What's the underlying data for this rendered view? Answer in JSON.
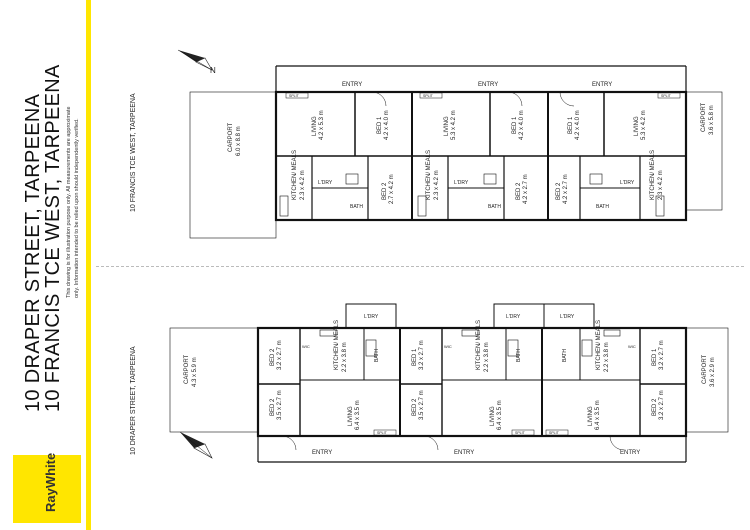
{
  "title": {
    "line1": "10 DRAPER STREET, TARPEENA",
    "line2": "10 FRANCIS TCE WEST, TARPEENA",
    "disclaimer1": "This drawing is for illustration purpose only. All measurements are approximate",
    "disclaimer2": "only. Information intended to be relied upon should independently verified."
  },
  "logo": {
    "text": "RayWhite"
  },
  "colors": {
    "brand_yellow": "#ffe600"
  },
  "upper_plan": {
    "street_label": "10 FRANCIS TCE WEST, TARPEENA",
    "entries": [
      "ENTRY",
      "ENTRY",
      "ENTRY"
    ],
    "carport_left": {
      "name": "CARPORT",
      "size": "6.0 x 8.8 m"
    },
    "carport_right": {
      "name": "CARPORT",
      "size": "3.6 x 5.8 m"
    },
    "units": [
      {
        "split": "SPLIT",
        "living": {
          "name": "LIVING",
          "size": "4.2 x 5.3 m"
        },
        "bed1": {
          "name": "BED 1",
          "size": "4.2 x 4.0 m"
        },
        "kitchen": {
          "name": "KITCHEN/ MEALS",
          "size": "2.3 x 4.2 m"
        },
        "ldry": "L'DRY",
        "bath": "BATH",
        "bed2": {
          "name": "BED 2",
          "size": "2.7 x 4.2 m"
        }
      },
      {
        "split": "SPLIT",
        "living": {
          "name": "LIVING",
          "size": "5.3 x 4.2 m"
        },
        "bed1": {
          "name": "BED 1",
          "size": "4.2 x 4.0 m"
        },
        "kitchen": {
          "name": "KITCHEN/ MEALS",
          "size": "2.3 x 4.2 m"
        },
        "ldry": "L'DRY",
        "bath": "BATH",
        "bed2": {
          "name": "BED 2",
          "size": "4.2 x 2.7 m"
        }
      },
      {
        "split": "SPLIT",
        "living": {
          "name": "LIVING",
          "size": "5.3 x 4.2 m"
        },
        "bed1": {
          "name": "BED 1",
          "size": "4.2 x 4.0 m"
        },
        "kitchen": {
          "name": "KITCHEN/ MEALS",
          "size": "2.3 x 4.2 m"
        },
        "ldry": "L'DRY",
        "bath": "BATH",
        "bed2": {
          "name": "BED 2",
          "size": "4.2 x 2.7 m"
        }
      }
    ]
  },
  "lower_plan": {
    "street_label": "10 DRAPER STREET, TARPEENA",
    "entries": [
      "ENTRY",
      "ENTRY",
      "ENTRY"
    ],
    "carport_left": {
      "name": "CARPORT",
      "size": "4.3 x 5.9 m"
    },
    "carport_right": {
      "name": "CARPORT",
      "size": "3.6 x 2.9 m"
    },
    "units": [
      {
        "bed2a": {
          "name": "BED 2",
          "size": "3.2 x 2.7 m"
        },
        "bed2b": {
          "name": "BED 2",
          "size": "3.5 x 2.7 m"
        },
        "kitchen": {
          "name": "KITCHEN/ MEALS",
          "size": "2.2 x 3.8 m"
        },
        "living": {
          "name": "LIVING",
          "size": "6.4 x 3.5 m"
        },
        "ldry": "L'DRY",
        "bath": "BATH",
        "wic": "WIC",
        "split": "SPLIT"
      },
      {
        "bed2a": {
          "name": "BED 1",
          "size": "3.2 x 2.7 m"
        },
        "bed2b": {
          "name": "BED 2",
          "size": "3.5 x 2.7 m"
        },
        "kitchen": {
          "name": "KITCHEN/ MEALS",
          "size": "2.2 x 3.8 m"
        },
        "living": {
          "name": "LIVING",
          "size": "6.4 x 3.5 m"
        },
        "ldry": "L'DRY",
        "bath": "BATH",
        "wic": "WIC",
        "split": "SPLIT"
      },
      {
        "bed2a": {
          "name": "BED 1",
          "size": "3.2 x 2.7 m"
        },
        "bed2b": {
          "name": "BED 2",
          "size": "3.2 x 2.7 m"
        },
        "kitchen": {
          "name": "KITCHEN/ MEALS",
          "size": "2.2 x 3.8 m"
        },
        "living": {
          "name": "LIVING",
          "size": "6.4 x 3.5 m"
        },
        "ldry": "L'DRY",
        "bath": "BATH",
        "wic": "WIC",
        "split": "SPLIT"
      }
    ]
  },
  "compass": {
    "north": "N"
  }
}
